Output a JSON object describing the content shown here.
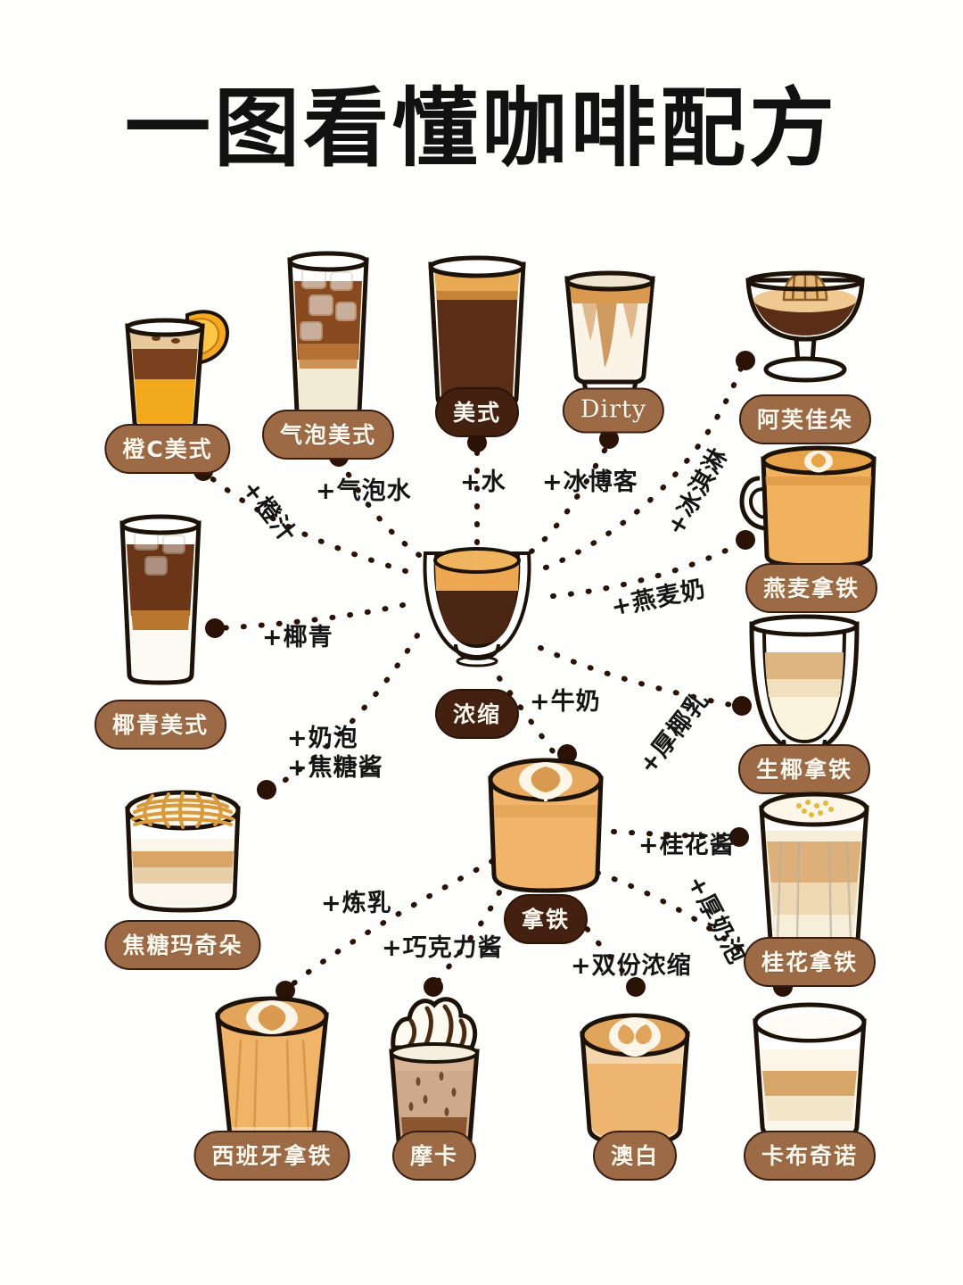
{
  "page": {
    "title": "一图看懂咖啡配方",
    "background_color": "#fefefd",
    "badge_light_color": "#9c6b45",
    "badge_dark_color": "#43200f",
    "badge_text_color": "#fdf6ec",
    "outline_color": "#1d1208",
    "dot_color": "#2b1206"
  },
  "nodes": {
    "espresso": {
      "label": "浓缩",
      "style": "dark"
    },
    "americano": {
      "label": "美式",
      "style": "dark"
    },
    "latte": {
      "label": "拿铁",
      "style": "dark"
    },
    "orange_c": {
      "label": "橙C美式",
      "style": "light"
    },
    "sparkling": {
      "label": "气泡美式",
      "style": "light"
    },
    "dirty": {
      "label": "Dirty",
      "style": "light"
    },
    "affogato": {
      "label": "阿芙佳朵",
      "style": "light"
    },
    "oat_latte": {
      "label": "燕麦拿铁",
      "style": "light"
    },
    "coconut_am": {
      "label": "椰青美式",
      "style": "light"
    },
    "raw_coco": {
      "label": "生椰拿铁",
      "style": "light"
    },
    "osmanthus": {
      "label": "桂花拿铁",
      "style": "light"
    },
    "caramel": {
      "label": "焦糖玛奇朵",
      "style": "light"
    },
    "spanish": {
      "label": "西班牙拿铁",
      "style": "light"
    },
    "mocha": {
      "label": "摩卡",
      "style": "light"
    },
    "flat_white": {
      "label": "澳白",
      "style": "light"
    },
    "cappuccino": {
      "label": "卡布奇诺",
      "style": "light"
    }
  },
  "connectors": {
    "orange_juice": "+橙汁",
    "sparkling_water": "+气泡水",
    "water": "+水",
    "ice_blogger": "+冰博客",
    "ice_cream": "+冰淇淋",
    "oat_milk": "+燕麦奶",
    "coconut_water": "+椰青",
    "milk": "+牛奶",
    "thick_coconut": "+厚椰乳",
    "foam": "+奶泡",
    "caramel_sauce": "+焦糖酱",
    "condensed_milk": "+炼乳",
    "chocolate_sauce": "+巧克力酱",
    "double_shot": "+双份浓缩",
    "osmanthus_sauce": "+桂花酱",
    "thick_foam": "+厚奶泡"
  }
}
